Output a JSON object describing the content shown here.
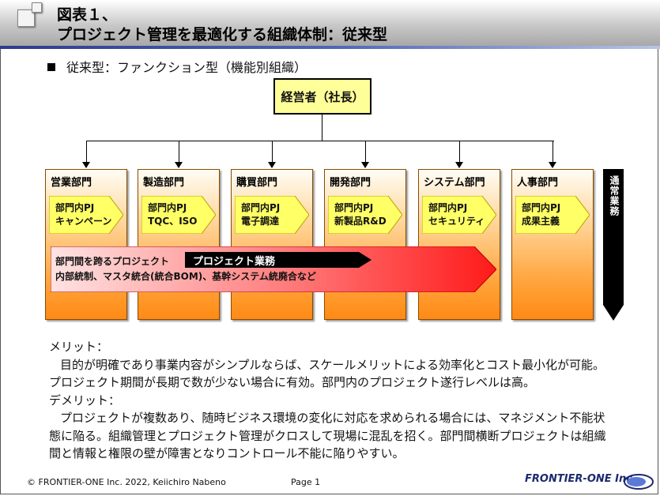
{
  "header": {
    "title_line1": "図表１、",
    "title_line2": "プロジェクト管理を最適化する組織体制：従来型"
  },
  "subtitle": "従来型：ファンクション型（機能別組織）",
  "org": {
    "ceo": "経営者（社長）",
    "departments": [
      {
        "name": "営業部門",
        "pj": [
          "部門内PJ",
          "キャンペーン"
        ]
      },
      {
        "name": "製造部門",
        "pj": [
          "部門内PJ",
          "TQC、ISO"
        ]
      },
      {
        "name": "購買部門",
        "pj": [
          "部門内PJ",
          "電子調達"
        ]
      },
      {
        "name": "開発部門",
        "pj": [
          "部門内PJ",
          "新製品R&D"
        ]
      },
      {
        "name": "システム部門",
        "pj": [
          "部門内PJ",
          "セキュリティ"
        ]
      },
      {
        "name": "人事部門",
        "pj": [
          "部門内PJ",
          "成果主義"
        ]
      }
    ],
    "cross_title": "部門間を跨るプロジェクト",
    "cross_detail": "内部統制、マスタ統合(統合BOM)、基幹システム統廃合など",
    "project_work": "プロジェクト業務",
    "routine_work": "通常業務"
  },
  "notes": {
    "merit_label": "メリット：",
    "merit_line1": "目的が明確であり事業内容がシンプルならば、スケールメリットによる効率化とコスト最小化が可能。",
    "merit_line2": "プロジェクト期間が長期で数が少ない場合に有効。部門内のプロジェクト遂行レベルは高。",
    "demerit_label": "デメリット：",
    "demerit_line1": "プロジェクトが複数あり、随時ビジネス環境の変化に対応を求められる場合には、マネジメント不能状",
    "demerit_line2": "態に陥る。組織管理とプロジェクト管理がクロスして現場に混乱を招く。部門間横断プロジェクトは組織",
    "demerit_line3": "間と情報と権限の壁が障害となりコントロール不能に陥りやすい。"
  },
  "footer": {
    "copyright": "© FRONTIER-ONE Inc. 2022,  Keiichiro  Nabeno",
    "page": "Page 1",
    "brand": "FRONTIER-ONE Inc."
  },
  "colors": {
    "dept_fill": "#ff8a14",
    "pj_fill": "#ffff66",
    "cross_fill": "#ff2a2a",
    "banner_accent": "#2b3c8e"
  }
}
